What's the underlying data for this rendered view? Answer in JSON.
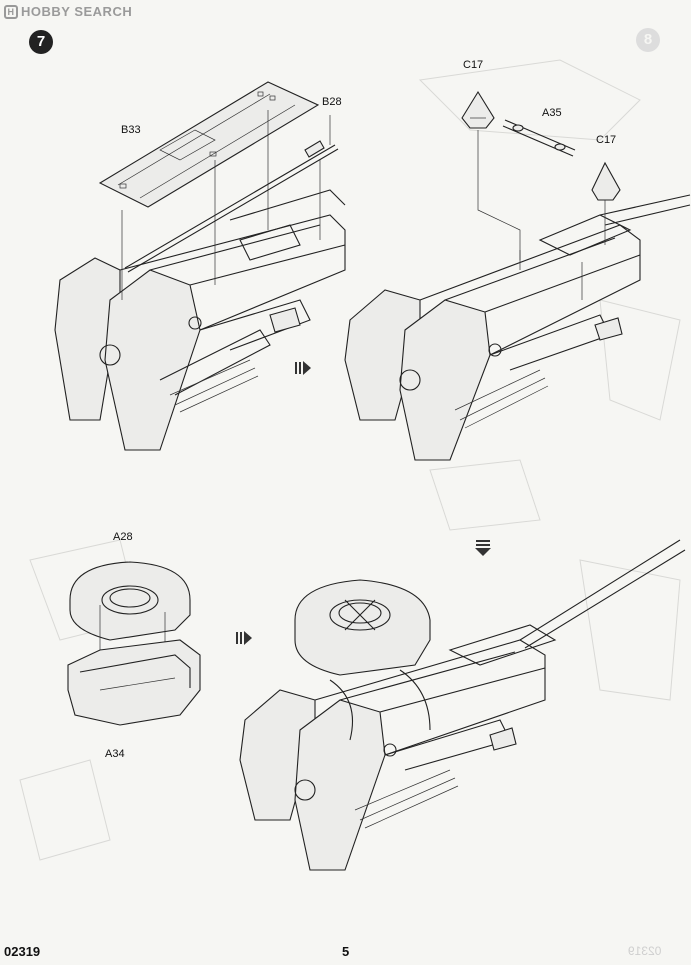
{
  "header": {
    "brand_text": "HOBBY SEARCH",
    "brand_mark": "H"
  },
  "step": {
    "number": "7",
    "next_step_ghost": "8"
  },
  "parts": {
    "b33": "B33",
    "b28": "B28",
    "c17_top": "C17",
    "a35": "A35",
    "c17_side": "C17",
    "a28": "A28",
    "a34": "A34"
  },
  "footer": {
    "kit_number": "02319",
    "page_number": "5",
    "ghost_kit_number": "02319"
  },
  "icons": [
    "step-badge-icon",
    "arrow-right-icon",
    "arrow-down-icon"
  ]
}
